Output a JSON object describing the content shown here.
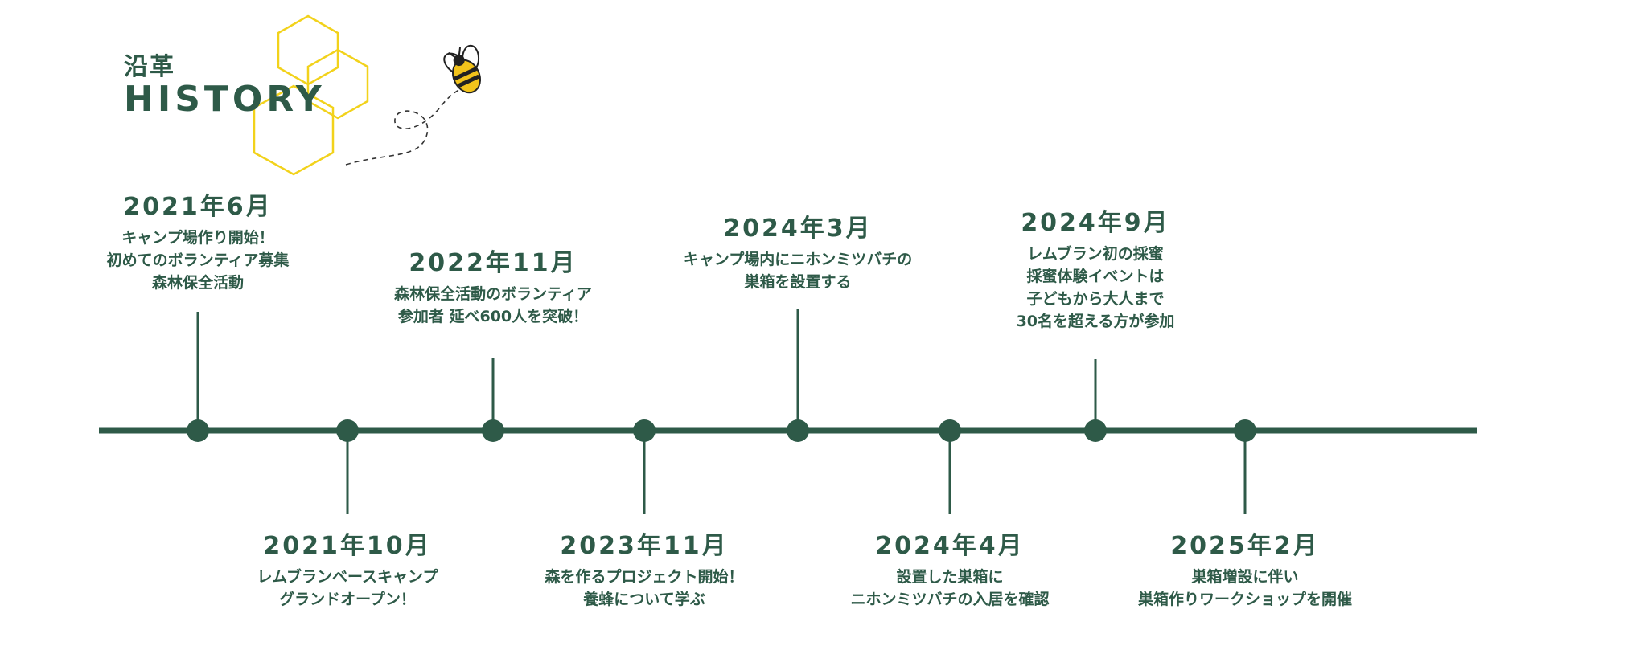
{
  "header": {
    "title_jp": "沿革",
    "title_en": "HISTORY"
  },
  "colors": {
    "primary": "#2e5a48",
    "honeycomb": "#f2d21b",
    "bee_body": "#f2c31b"
  },
  "timeline": [
    {
      "date": "2021年6月",
      "lines": [
        "キャンプ場作り開始！",
        "初めてのボランティア募集",
        "森林保全活動"
      ],
      "side": "top"
    },
    {
      "date": "2021年10月",
      "lines": [
        "レムブランベースキャンプ",
        "グランドオープン！"
      ],
      "side": "bottom"
    },
    {
      "date": "2022年11月",
      "lines": [
        "森林保全活動のボランティア",
        "参加者 延べ600人を突破！"
      ],
      "side": "top"
    },
    {
      "date": "2023年11月",
      "lines": [
        "森を作るプロジェクト開始！",
        "養蜂について学ぶ"
      ],
      "side": "bottom"
    },
    {
      "date": "2024年3月",
      "lines": [
        "キャンプ場内にニホンミツバチの",
        "巣箱を設置する"
      ],
      "side": "top"
    },
    {
      "date": "2024年4月",
      "lines": [
        "設置した巣箱に",
        "ニホンミツバチの入居を確認"
      ],
      "side": "bottom"
    },
    {
      "date": "2024年9月",
      "lines": [
        "レムブラン初の採蜜",
        "採蜜体験イベントは",
        "子どもから大人まで",
        "30名を超える方が参加"
      ],
      "side": "top"
    },
    {
      "date": "2025年2月",
      "lines": [
        "巣箱増設に伴い",
        "巣箱作りワークショップを開催"
      ],
      "side": "bottom"
    }
  ]
}
